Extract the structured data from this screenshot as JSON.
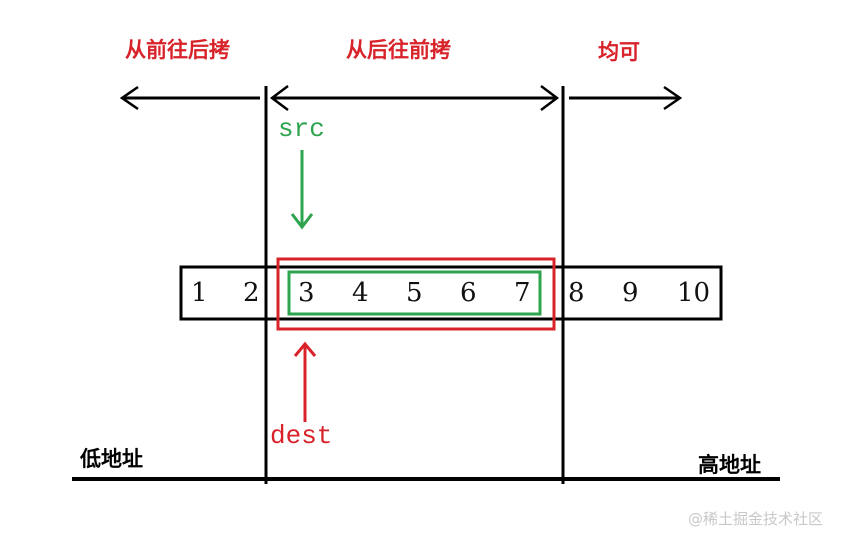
{
  "regions": {
    "left": {
      "label": "从前往后拷"
    },
    "middle": {
      "label": "从后往前拷"
    },
    "right": {
      "label": "均可"
    }
  },
  "array": {
    "values": [
      "1",
      "2",
      "3",
      "4",
      "5",
      "6",
      "7",
      "8",
      "9",
      "10"
    ]
  },
  "pointers": {
    "src": {
      "label": "src",
      "color": "#2ea44f"
    },
    "dest": {
      "label": "dest",
      "color": "#d8232a"
    }
  },
  "axis": {
    "low_label": "低地址",
    "high_label": "高地址"
  },
  "colors": {
    "accent_red": "#d8232a",
    "accent_green": "#2ea44f",
    "line": "#000000"
  },
  "watermark": "@稀土掘金技术社区"
}
